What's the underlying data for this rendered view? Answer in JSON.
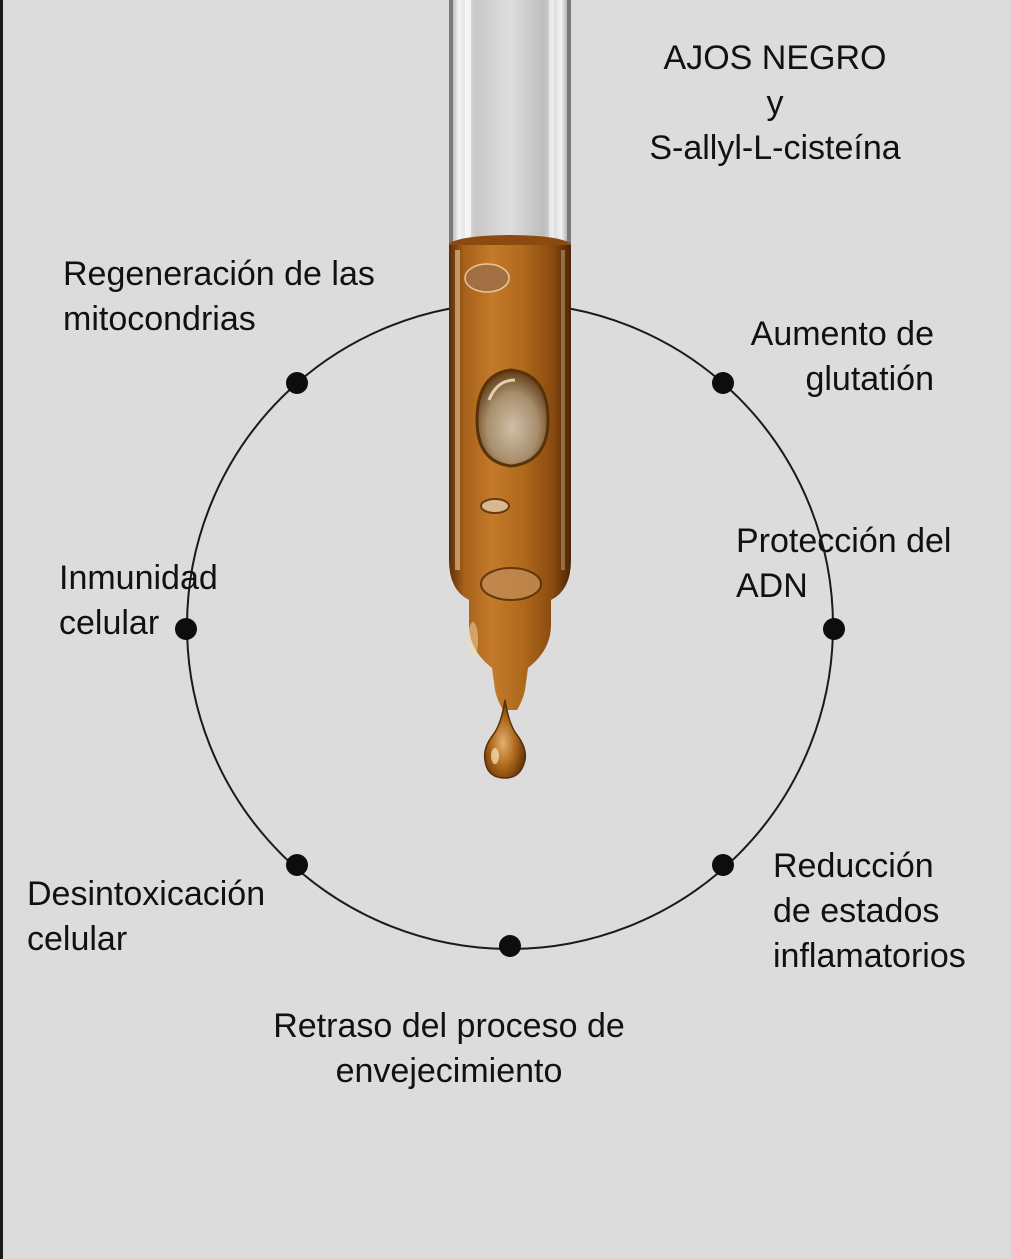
{
  "title": {
    "line1": "AJOS NEGRO",
    "line2": "y",
    "line3": "S-allyl-L-cisteína"
  },
  "benefits": [
    {
      "id": "regeneracion",
      "label": "Regeneración de las\nmitocondrias"
    },
    {
      "id": "aumento",
      "label": "Aumento de\nglutatión"
    },
    {
      "id": "inmunidad",
      "label": "Inmunidad\ncelular"
    },
    {
      "id": "proteccion",
      "label": "Protección del\nADN"
    },
    {
      "id": "desintoxicacion",
      "label": "Desintoxicación\ncelular"
    },
    {
      "id": "reduccion",
      "label": "Reducción\nde estados\ninflamatorios"
    },
    {
      "id": "retraso",
      "label": "Retraso del proceso de\nenvejecimiento"
    }
  ],
  "colors": {
    "background": "#dcdcdc",
    "ring": "#1a1a1a",
    "dot": "#0d0d0d",
    "serum": "#b06a1c",
    "glass": "#e8e8e8"
  },
  "icon": "dropper-pipette-icon"
}
